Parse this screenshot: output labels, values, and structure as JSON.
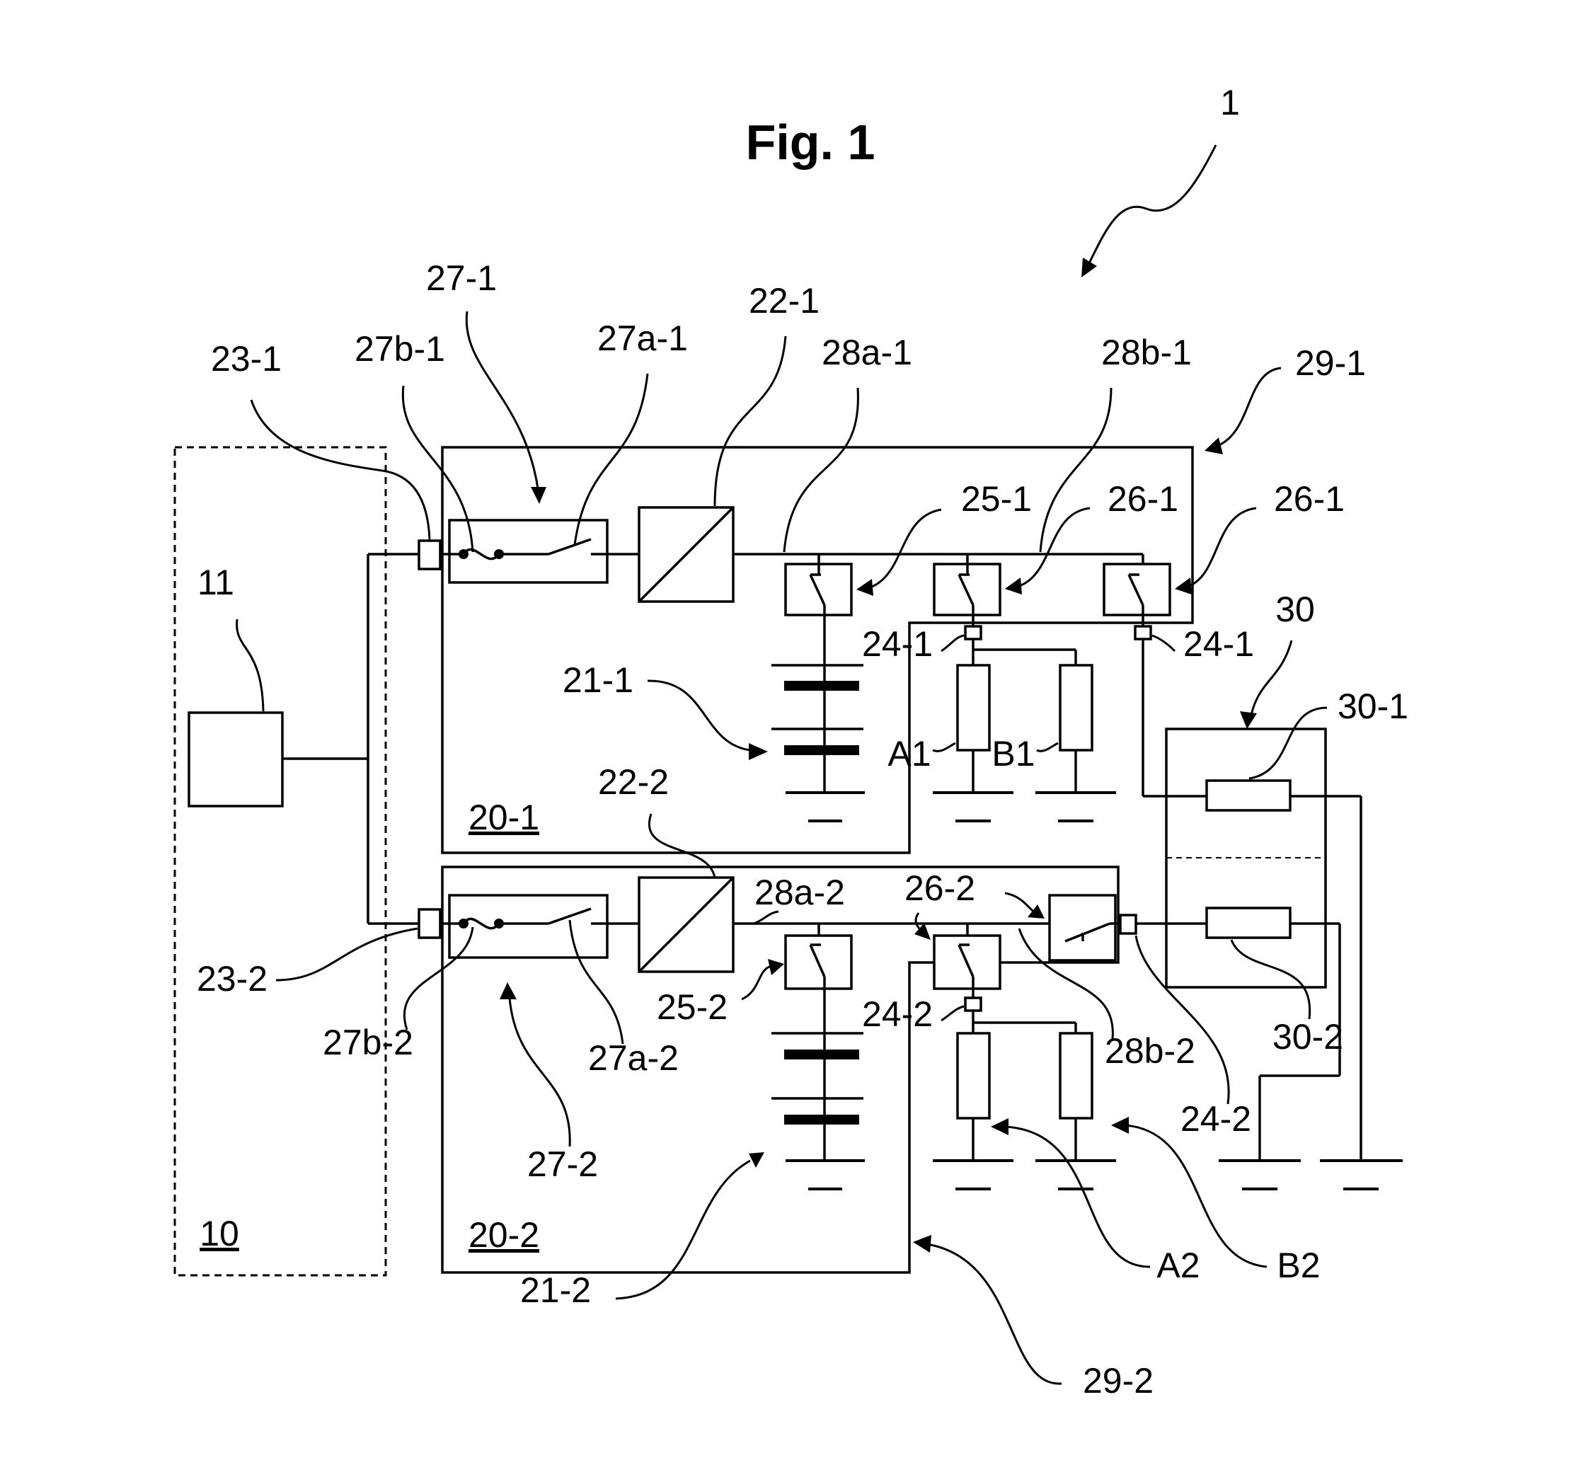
{
  "figure": {
    "title": "Fig. 1"
  },
  "labels": {
    "system": "1",
    "controller_region": "10",
    "controller": "11",
    "module_1": "20-1",
    "module_2": "20-2",
    "battery_1": "21-1",
    "battery_2": "21-2",
    "converter_1": "22-1",
    "converter_2": "22-2",
    "connector_in_1": "23-1",
    "connector_in_2": "23-2",
    "connector_out_1a": "24-1",
    "connector_out_1b": "24-1",
    "connector_out_2a": "24-2",
    "connector_out_2b": "24-2",
    "switch_25_1": "25-1",
    "switch_25_2": "25-2",
    "switch_26_1a": "26-1",
    "switch_26_1b": "26-1",
    "switch_26_2": "26-2",
    "protection_1": "27-1",
    "protection_2": "27-2",
    "switch_27a_1": "27a-1",
    "switch_27a_2": "27a-2",
    "fuse_27b_1": "27b-1",
    "fuse_27b_2": "27b-2",
    "bus_28a_1": "28a-1",
    "bus_28a_2": "28a-2",
    "bus_28b_1": "28b-1",
    "bus_28b_2": "28b-2",
    "housing_1": "29-1",
    "housing_2": "29-2",
    "load_group": "30",
    "load_30_1": "30-1",
    "load_30_2": "30-2",
    "load_A1": "A1",
    "load_B1": "B1",
    "load_A2": "A2",
    "load_B2": "B2"
  }
}
